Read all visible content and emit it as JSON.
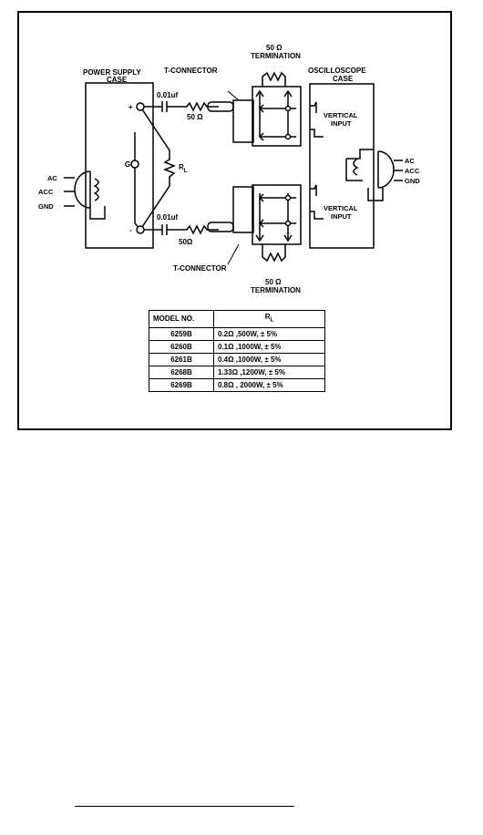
{
  "labels": {
    "power_supply_case": [
      "POWER SUPPLY",
      "CASE"
    ],
    "oscilloscope_case": [
      "OSCILLOSCOPE",
      "CASE"
    ],
    "t_connector": "T-CONNECTOR",
    "termination_top": [
      "50 Ω",
      "TERMINATION"
    ],
    "termination_bottom": [
      "50 Ω",
      "TERMINATION"
    ],
    "cap_top": "0.01uf",
    "cap_bottom": "0.01uf",
    "res_top": "50 Ω",
    "res_bottom": "50Ω",
    "plus": "+",
    "minus": "-",
    "ground": "G",
    "rl": "R",
    "rl_sub": "L",
    "vertical_input": [
      "VERTICAL",
      "INPUT"
    ],
    "ac_left": [
      "AC",
      "ACC",
      "GND"
    ],
    "ac_right": [
      "AC",
      "ACC",
      "GND"
    ]
  },
  "table": {
    "headers": [
      "MODEL NO.",
      "R"
    ],
    "header_sub": "L",
    "rows": [
      [
        "6259B",
        "0.2Ω ,500W, ± 5%"
      ],
      [
        "6260B",
        "0.1Ω ,1000W, ± 5%"
      ],
      [
        "6261B",
        "0.4Ω ,1000W, ± 5%"
      ],
      [
        "6268B",
        "1.33Ω ,1200W, ± 5%"
      ],
      [
        "6269B",
        "0.8Ω , 2000W, ± 5%"
      ]
    ]
  }
}
